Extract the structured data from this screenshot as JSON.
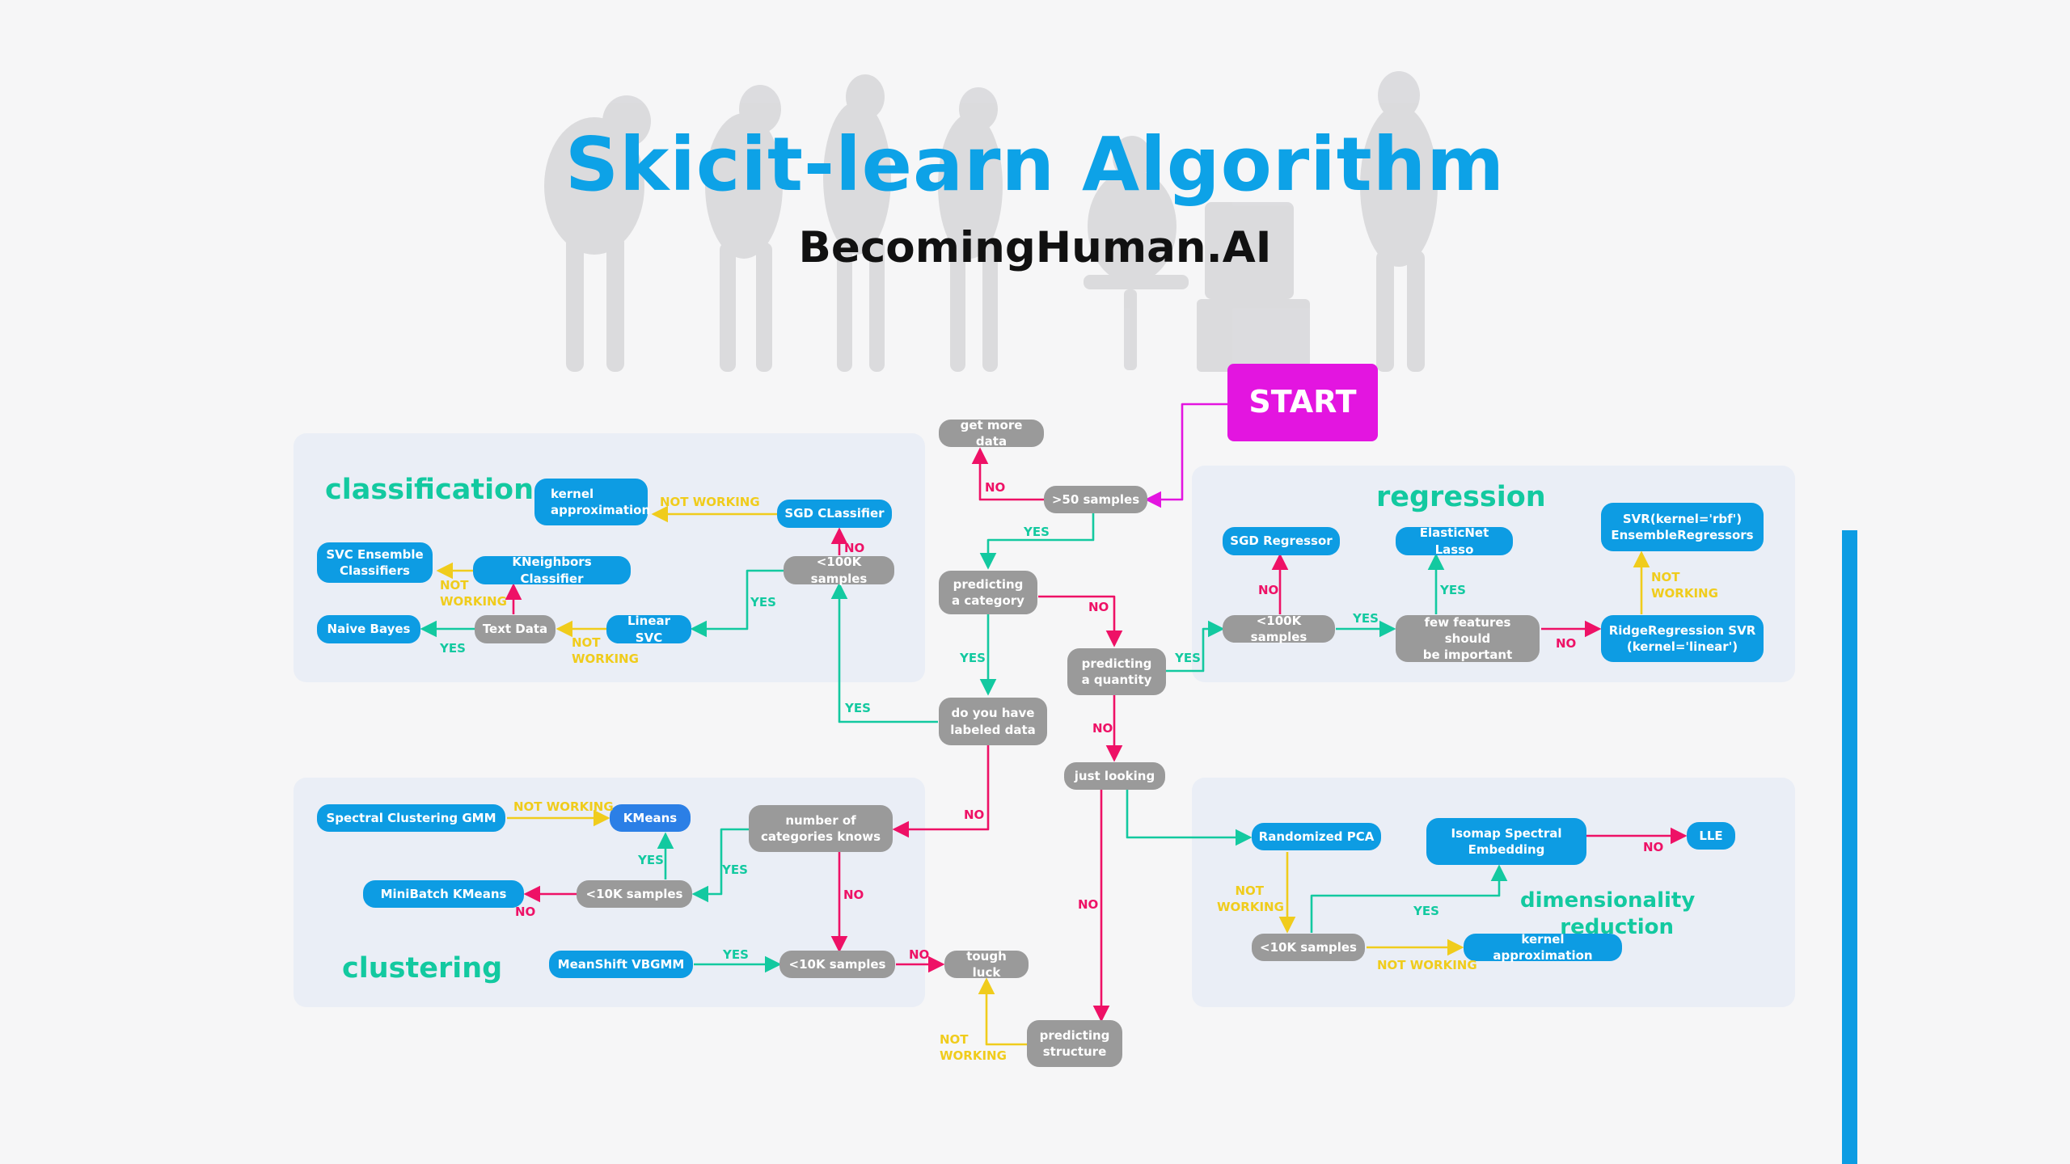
{
  "header": {
    "title": "Skicit-learn Algorithm",
    "subtitle": "BecomingHuman.AI"
  },
  "sections": {
    "classification": "classification",
    "clustering": "clustering",
    "regression": "regression",
    "dimensionality_line1": "dimensionality",
    "dimensionality_line2": "reduction"
  },
  "nodes": {
    "start": "START",
    "get_more_data": "get more data",
    "gt50_samples": ">50 samples",
    "predicting_category": "predicting\na category",
    "labeled_data": "do you have\nlabeled data",
    "predicting_quantity": "predicting\na quantity",
    "just_looking": "just looking",
    "predicting_structure": "predicting\nstructure",
    "tough_luck": "tough luck",
    "cls_lt100k": "<100K samples",
    "sgd_classifier": "SGD CLassifier",
    "kernel_approx_cls": "kernel\napproximation",
    "kneighbors": "KNeighbors Classifier",
    "svc_ensemble": "SVC Ensemble\nClassifiers",
    "text_data": "Text Data",
    "linear_svc": "Linear SVC",
    "naive_bayes": "Naive Bayes",
    "num_categories": "number of\ncategories knows",
    "clu_lt10k_a": "<10K samples",
    "clu_lt10k_b": "<10K samples",
    "kmeans": "KMeans",
    "spectral_gmm": "Spectral Clustering GMM",
    "minibatch_kmeans": "MiniBatch KMeans",
    "meanshift": "MeanShift VBGMM",
    "reg_lt100k": "<100K samples",
    "sgd_regressor": "SGD Regressor",
    "few_features": "few features should\nbe important",
    "elasticnet": "ElasticNet Lasso",
    "ridge_svr": "RidgeRegression SVR\n(kernel='linear')",
    "svr_rbf": "SVR(kernel='rbf')\nEnsembleRegressors",
    "randomized_pca": "Randomized PCA",
    "dr_lt10k": "<10K samples",
    "isomap": "Isomap Spectral\nEmbedding",
    "lle": "LLE",
    "kernel_approx_dr": "kernel approximation"
  },
  "edge_labels": {
    "yes": "YES",
    "no": "NO",
    "not_working_1line": "NOT WORKING",
    "not_working_2line": "NOT\nWORKING"
  },
  "colors": {
    "title": "#0da2e7",
    "node_blue": "#0d9ce3",
    "node_gray": "#9a9a9a",
    "start": "#e315e0",
    "yes": "#13c9a0",
    "no": "#ee1166",
    "not_working": "#f0cc1c",
    "panel": "#eaeef6"
  }
}
